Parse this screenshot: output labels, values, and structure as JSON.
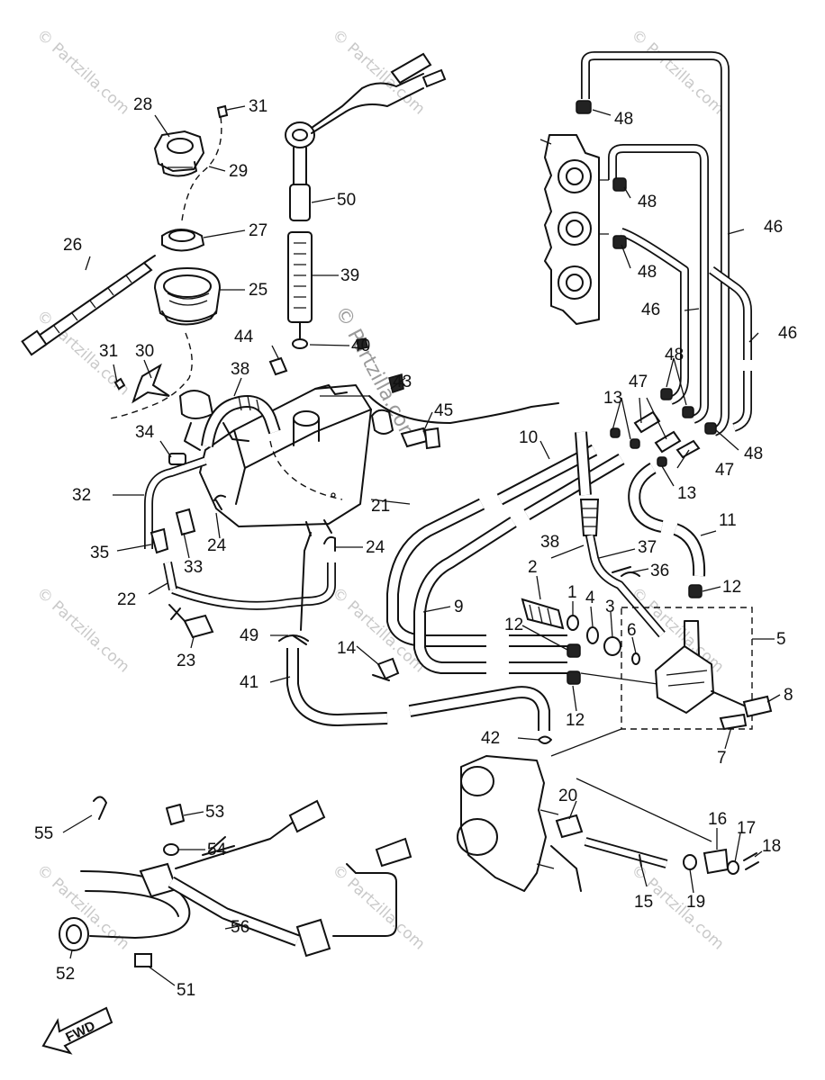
{
  "watermarks": {
    "text": "© Partzilla.com",
    "center": "© Partzilla.com"
  },
  "fwd_label": "FWD",
  "parts": [
    {
      "id": "p1",
      "text": "1"
    },
    {
      "id": "p2",
      "text": "2"
    },
    {
      "id": "p3",
      "text": "3"
    },
    {
      "id": "p4",
      "text": "4"
    },
    {
      "id": "p5",
      "text": "5"
    },
    {
      "id": "p6",
      "text": "6"
    },
    {
      "id": "p7",
      "text": "7"
    },
    {
      "id": "p8",
      "text": "8"
    },
    {
      "id": "p9",
      "text": "9"
    },
    {
      "id": "p10",
      "text": "10"
    },
    {
      "id": "p11",
      "text": "11"
    },
    {
      "id": "p12a",
      "text": "12"
    },
    {
      "id": "p12b",
      "text": "12"
    },
    {
      "id": "p12c",
      "text": "12"
    },
    {
      "id": "p13a",
      "text": "13"
    },
    {
      "id": "p13b",
      "text": "13"
    },
    {
      "id": "p14",
      "text": "14"
    },
    {
      "id": "p15",
      "text": "15"
    },
    {
      "id": "p16",
      "text": "16"
    },
    {
      "id": "p17",
      "text": "17"
    },
    {
      "id": "p18",
      "text": "18"
    },
    {
      "id": "p19",
      "text": "19"
    },
    {
      "id": "p20",
      "text": "20"
    },
    {
      "id": "p21",
      "text": "21"
    },
    {
      "id": "p22",
      "text": "22"
    },
    {
      "id": "p23",
      "text": "23"
    },
    {
      "id": "p24a",
      "text": "24"
    },
    {
      "id": "p24b",
      "text": "24"
    },
    {
      "id": "p25",
      "text": "25"
    },
    {
      "id": "p26",
      "text": "26"
    },
    {
      "id": "p27",
      "text": "27"
    },
    {
      "id": "p28",
      "text": "28"
    },
    {
      "id": "p29",
      "text": "29"
    },
    {
      "id": "p30",
      "text": "30"
    },
    {
      "id": "p31a",
      "text": "31"
    },
    {
      "id": "p31b",
      "text": "31"
    },
    {
      "id": "p32",
      "text": "32"
    },
    {
      "id": "p33",
      "text": "33"
    },
    {
      "id": "p34",
      "text": "34"
    },
    {
      "id": "p35",
      "text": "35"
    },
    {
      "id": "p36",
      "text": "36"
    },
    {
      "id": "p37",
      "text": "37"
    },
    {
      "id": "p38a",
      "text": "38"
    },
    {
      "id": "p38b",
      "text": "38"
    },
    {
      "id": "p39",
      "text": "39"
    },
    {
      "id": "p40",
      "text": "40"
    },
    {
      "id": "p41",
      "text": "41"
    },
    {
      "id": "p42",
      "text": "42"
    },
    {
      "id": "p43",
      "text": "43"
    },
    {
      "id": "p44",
      "text": "44"
    },
    {
      "id": "p45",
      "text": "45"
    },
    {
      "id": "p46a",
      "text": "46"
    },
    {
      "id": "p46b",
      "text": "46"
    },
    {
      "id": "p46c",
      "text": "46"
    },
    {
      "id": "p47a",
      "text": "47"
    },
    {
      "id": "p47b",
      "text": "47"
    },
    {
      "id": "p48a",
      "text": "48"
    },
    {
      "id": "p48b",
      "text": "48"
    },
    {
      "id": "p48c",
      "text": "48"
    },
    {
      "id": "p48d",
      "text": "48"
    },
    {
      "id": "p48e",
      "text": "48"
    },
    {
      "id": "p49",
      "text": "49"
    },
    {
      "id": "p50",
      "text": "50"
    },
    {
      "id": "p51",
      "text": "51"
    },
    {
      "id": "p52",
      "text": "52"
    },
    {
      "id": "p53",
      "text": "53"
    },
    {
      "id": "p54",
      "text": "54"
    },
    {
      "id": "p55",
      "text": "55"
    },
    {
      "id": "p56",
      "text": "56"
    }
  ]
}
